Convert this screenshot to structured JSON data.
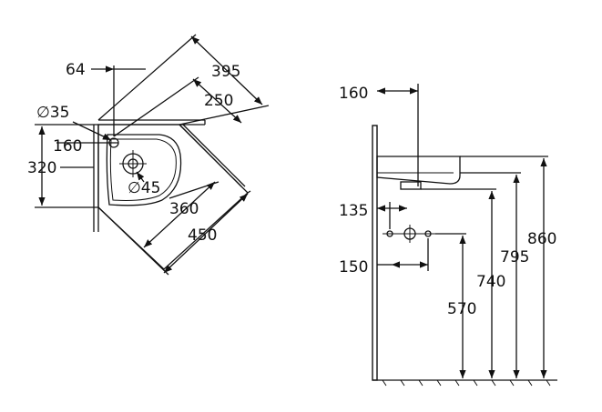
{
  "plan_view": {
    "labels": {
      "d64": "64",
      "d395": "395",
      "d250": "250",
      "dia35": "∅35",
      "d160": "160",
      "d320": "320",
      "dia45": "∅45",
      "d360": "360",
      "d450": "450"
    }
  },
  "side_view": {
    "labels": {
      "d160": "160",
      "d135": "135",
      "d150": "150",
      "d570": "570",
      "d740": "740",
      "d795": "795",
      "d860": "860"
    }
  }
}
